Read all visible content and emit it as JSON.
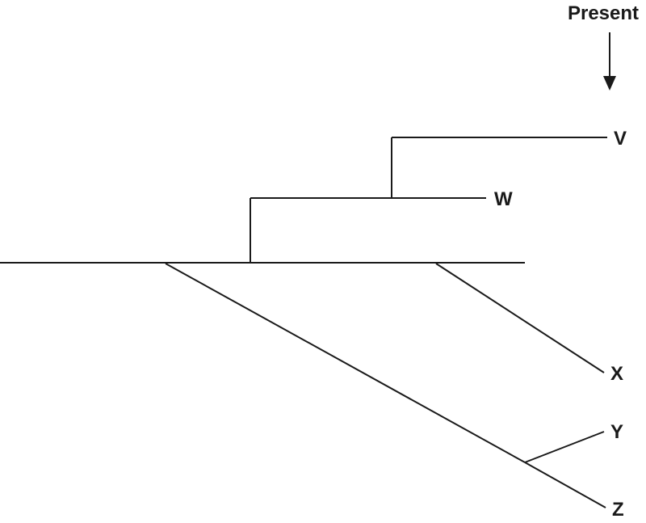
{
  "diagram": {
    "type": "phylogenetic-tree",
    "description": "Evolutionary tree with extant lineages V and W at the present, and extinct lineages X, Y, Z branching downward off the main trunk; Y and Z diverge from a shared extinct branch.",
    "time_label": "Present",
    "tips": [
      "V",
      "W",
      "X",
      "Y",
      "Z"
    ],
    "topology": {
      "trunk": "horizontal main lineage",
      "extant_clade": "(V,W) — V splits off the W branch",
      "extinct_branches": [
        "X from trunk",
        "(Y,Z) from trunk, splitting near their tips"
      ]
    }
  },
  "labels": {
    "present": "Present",
    "v": "V",
    "w": "W",
    "x": "X",
    "y": "Y",
    "z": "Z"
  }
}
